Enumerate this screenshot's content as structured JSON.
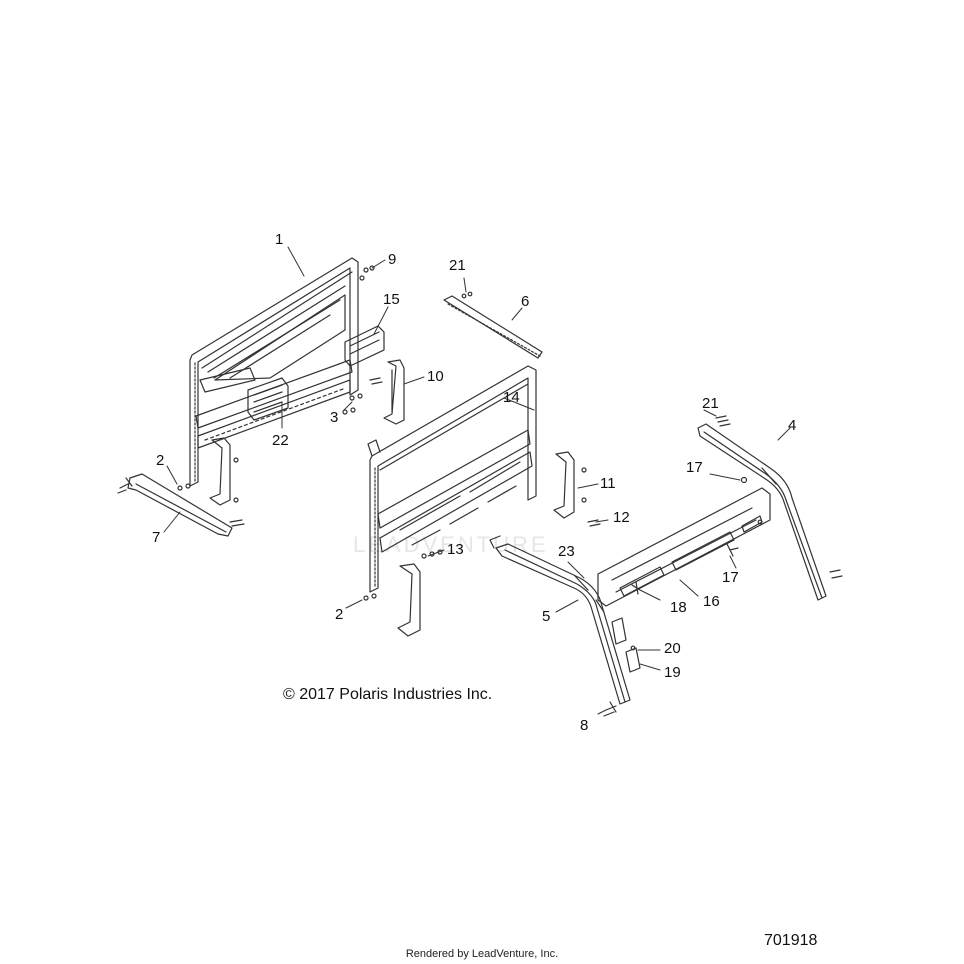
{
  "callouts": {
    "c1": "1",
    "c2a": "2",
    "c2b": "2",
    "c3": "3",
    "c4": "4",
    "c5": "5",
    "c6": "6",
    "c7": "7",
    "c8": "8",
    "c9": "9",
    "c10": "10",
    "c11": "11",
    "c12": "12",
    "c13": "13",
    "c14": "14",
    "c15": "15",
    "c16": "16",
    "c17a": "17",
    "c17b": "17",
    "c18": "18",
    "c19": "19",
    "c20": "20",
    "c21a": "21",
    "c21b": "21",
    "c22": "22",
    "c23": "23"
  },
  "copyright": "© 2017 Polaris Industries Inc.",
  "diagram_id": "701918",
  "rendered_by": "Rendered by LeadVenture, Inc.",
  "watermark": "LEADVENTURE",
  "colors": {
    "line": "#333333",
    "label": "#111111",
    "watermark": "#e6e6e6"
  }
}
